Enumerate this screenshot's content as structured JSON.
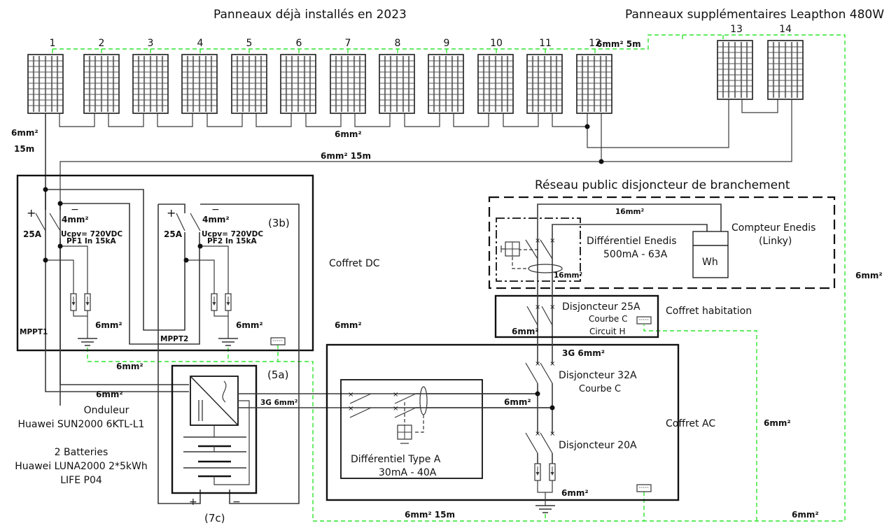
{
  "titles": {
    "existing_panels": "Panneaux déjà installés en 2023",
    "additional_panels": "Panneaux supplémentaires Leapthon 480W",
    "public_network": "Réseau public disjoncteur de branchement"
  },
  "panels": {
    "existing": [
      "1",
      "2",
      "3",
      "4",
      "5",
      "6",
      "7",
      "8",
      "9",
      "10",
      "11",
      "12"
    ],
    "additional": [
      "13",
      "14"
    ]
  },
  "cables": {
    "ground_top": "6mm²  5m",
    "string_left_1": "6mm²",
    "string_left_2": "15m",
    "string_series": "6mm²",
    "string_return": "6mm²   15m",
    "dc_ground_mid": "6mm²",
    "dc_ground_right": "6mm²",
    "dc_bottom": "6mm²",
    "inverter_dc_in": "6mm²",
    "inverter_ac_out": "3G 6mm²",
    "ac_bus": "6mm²",
    "enedis_top": "16mm²",
    "enedis_bottom": "16mm²",
    "habitation_left": "6mm²",
    "habitation_to_ac": "3G 6mm²",
    "ac_ground": "6mm²",
    "earth_bottom": "6mm²   15m",
    "right_vertical_1": "6mm²",
    "right_vertical_2": "6mm²",
    "bottom_right": "6mm²",
    "mid_outside": "6mm²"
  },
  "dc_box": {
    "label": "Coffret DC",
    "ref": "(3b)",
    "plus": "+",
    "minus": "−",
    "switch_rating": "25A",
    "wire": "4mm²",
    "spd1_line1": "Ucpv= 720VDC",
    "spd1_line2": "PF1 In 15kA",
    "spd2_line1": "Ucpv= 720VDC",
    "spd2_line2": "PF2 In 15kA",
    "mppt1": "MPPT1",
    "mppt2": "MPPT2"
  },
  "inverter": {
    "ref": "(5a)",
    "battery_ref": "(7c)",
    "plus": "+",
    "minus": "−",
    "title": "Onduleur",
    "model": "Huawei SUN2000 6KTL-L1",
    "battery_title": "2 Batteries",
    "battery_model": "Huawei LUNA2000 2*5kWh",
    "battery_chem": "LIFE P04"
  },
  "enedis": {
    "diff_title": "Différentiel Enedis",
    "diff_rating": "500mA - 63A",
    "meter_title": "Compteur Enedis",
    "meter_sub": "(Linky)",
    "meter_unit": "Wh"
  },
  "habitation": {
    "label": "Coffret habitation",
    "breaker": "Disjoncteur 25A",
    "curve": "Courbe C",
    "circuit": "Circuit H"
  },
  "ac_box": {
    "label": "Coffret AC",
    "breaker32": "Disjoncteur 32A",
    "curve32": "Courbe C",
    "breaker20": "Disjoncteur 20A",
    "diff_title": "Différentiel  Type A",
    "diff_rating": "30mA - 40A"
  },
  "colors": {
    "ground_wire": "#2ee52e",
    "wire": "#3a3a3a",
    "frame": "#111111"
  }
}
